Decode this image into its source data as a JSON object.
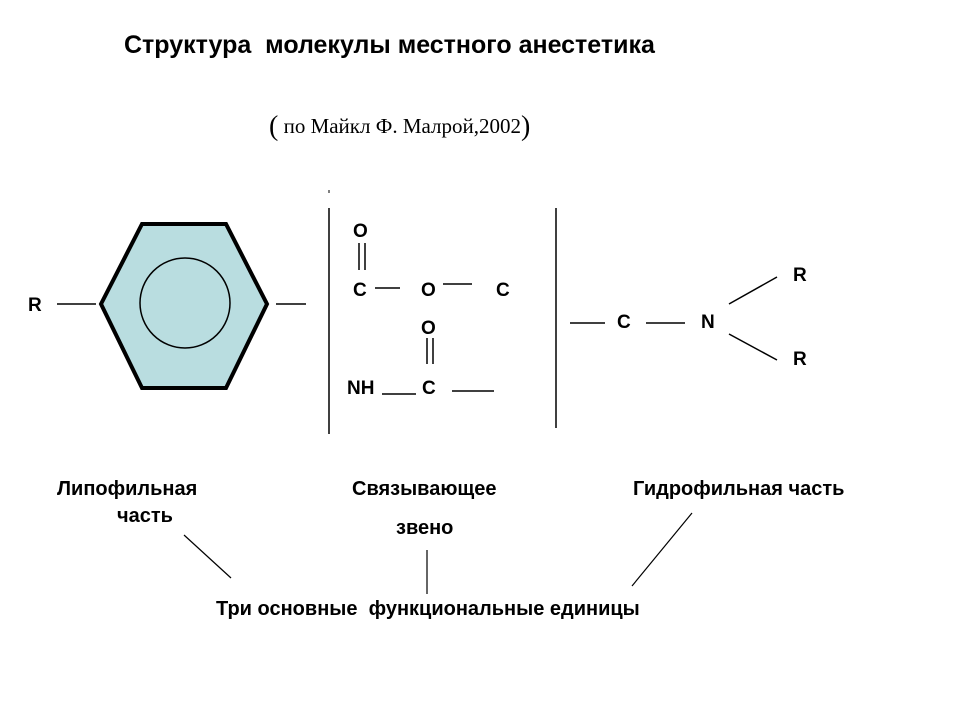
{
  "title": "Структура  молекулы местного анестетика",
  "subtitle": {
    "open_paren": "(",
    "text": " по Майкл Ф. Малрой,2002",
    "close_paren": ")"
  },
  "colors": {
    "ring_fill": "#b9dde0",
    "stroke": "#000000"
  },
  "atoms": {
    "r_left": "R",
    "o_top": "O",
    "c_ester": "C",
    "o_ester": "O",
    "c_ester_right": "C",
    "o_amide": "O",
    "nh": "NH",
    "c_amide": "C",
    "c_chain": "C",
    "n_amine": "N",
    "r_top": "R",
    "r_bottom": "R"
  },
  "labels": {
    "lipophilic_line1": "Липофильная",
    "lipophilic_line2": "часть",
    "linker_line1": "Связывающее",
    "linker_line2": "звено",
    "hydrophilic": "Гидрофильная часть",
    "summary": "Три основные  функциональные единицы"
  }
}
